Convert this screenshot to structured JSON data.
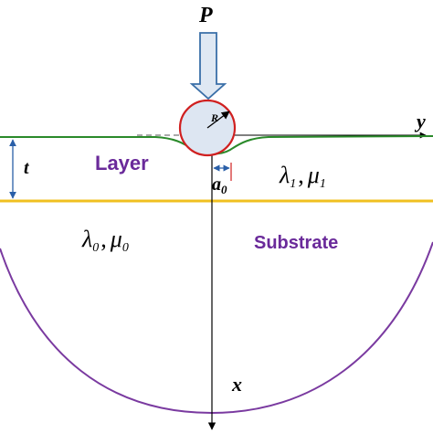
{
  "labels": {
    "load": "P",
    "radius": "R",
    "y_axis": "y",
    "x_axis": "x",
    "thickness": "t",
    "contact": "a",
    "contact_sub": "0",
    "layer": "Layer",
    "substrate": "Substrate",
    "layer_params": {
      "lambda": "λ",
      "lambda_sub": "1",
      "sep": ",",
      "mu": "μ",
      "mu_sub": "1"
    },
    "substrate_params": {
      "lambda": "λ",
      "lambda_sub": "0",
      "sep": ",",
      "mu": "μ",
      "mu_sub": "0"
    }
  },
  "colors": {
    "surface": "#2a8a2a",
    "interface": "#f0c020",
    "substrate_boundary": "#7a3aa0",
    "sphere_outline": "#d02020",
    "sphere_fill": "#dde6f2",
    "arrow_fill": "#dfe8f3",
    "arrow_outline": "#3a6fa8",
    "region_text": "#6a2a9a",
    "dimension": "#2a5fa8",
    "axis": "#000000"
  }
}
